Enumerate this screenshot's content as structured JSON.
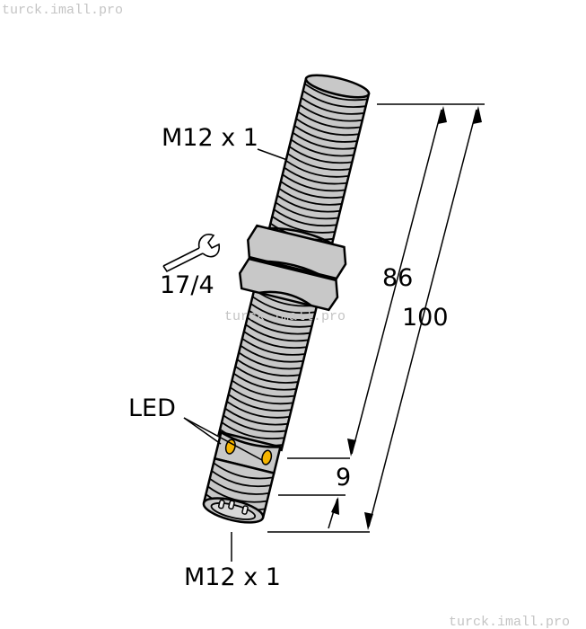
{
  "watermarks": [
    "turck.imall.pro",
    "turck.imall.pro",
    "turck.imall.pro"
  ],
  "labels": {
    "thread_top": "M12 x 1",
    "wrench_size": "17/4",
    "led": "LED",
    "thread_bottom": "M12 x 1"
  },
  "dimensions": {
    "length_86": "86",
    "length_100": "100",
    "length_9": "9"
  },
  "icons": {
    "wrench": "wrench-icon"
  },
  "colors": {
    "body": "#c8c8c8",
    "led": "#f5b400",
    "outline": "#000000"
  }
}
